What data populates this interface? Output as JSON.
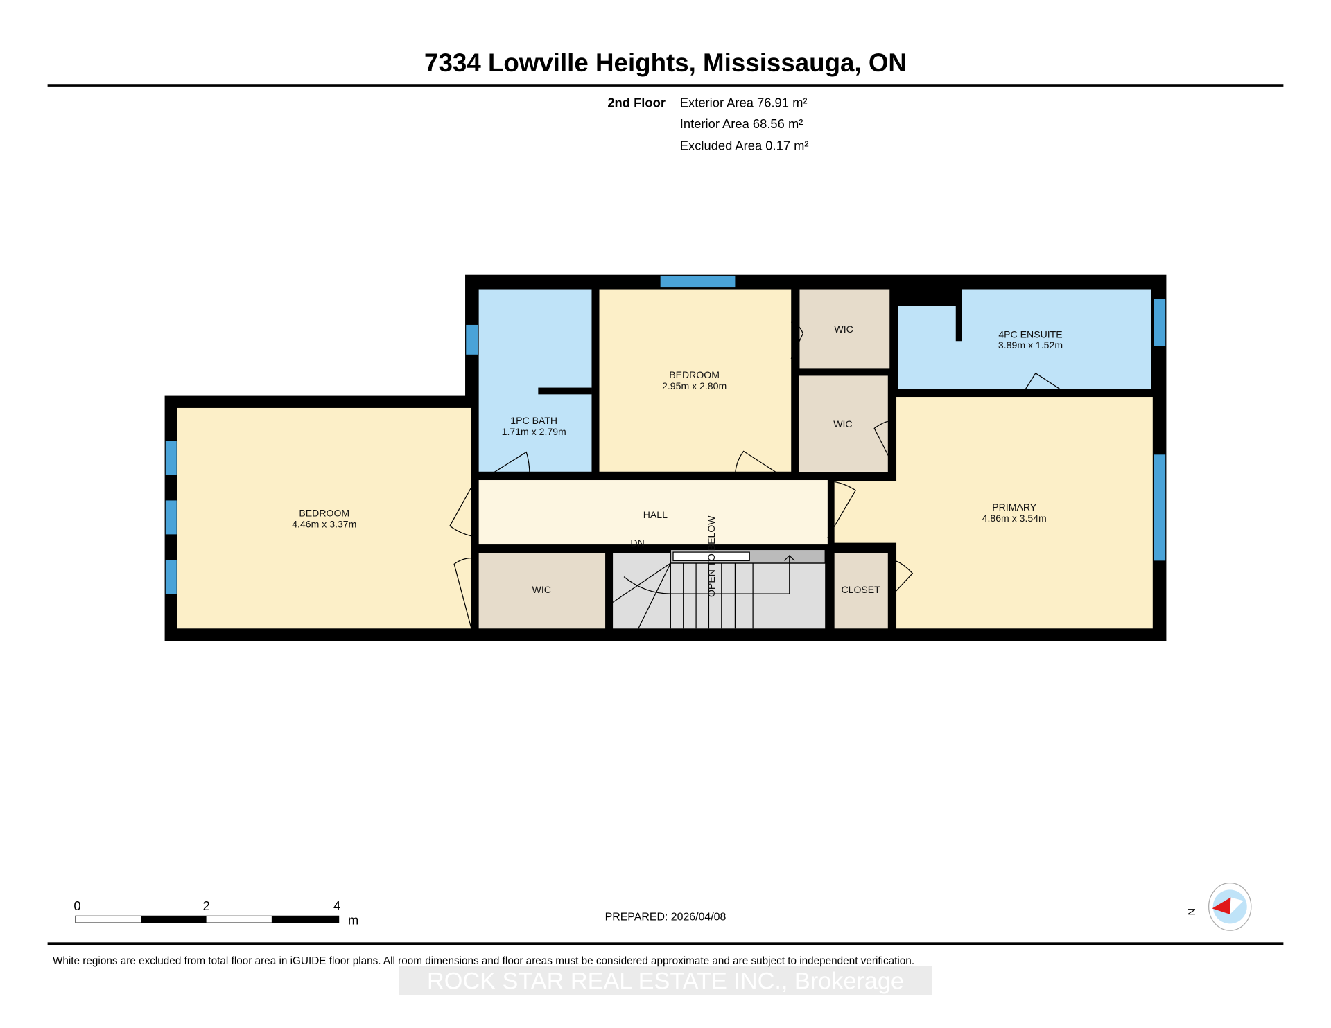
{
  "title": "7334 Lowville Heights, Mississauga, ON",
  "floor": {
    "name": "2nd Floor",
    "exterior_area": "Exterior Area 76.91 m²",
    "interior_area": "Interior Area 68.56 m²",
    "excluded_area": "Excluded Area 0.17 m²"
  },
  "rooms": {
    "bedroom_left": {
      "name": "BEDROOM",
      "dims": "4.46m x 3.37m"
    },
    "bath": {
      "name": "1PC BATH",
      "dims": "1.71m x 2.79m"
    },
    "bedroom_mid": {
      "name": "BEDROOM",
      "dims": "2.95m x 2.80m"
    },
    "wic_top": {
      "name": "WIC"
    },
    "wic_mid": {
      "name": "WIC"
    },
    "wic_bottom": {
      "name": "WIC"
    },
    "ensuite": {
      "name": "4PC ENSUITE",
      "dims": "3.89m x 1.52m"
    },
    "primary": {
      "name": "PRIMARY",
      "dims": "4.86m x 3.54m"
    },
    "hall": {
      "name": "HALL"
    },
    "closet": {
      "name": "CLOSET"
    },
    "stairs_dn": "DN",
    "open_to_below": "OPEN TO BELOW"
  },
  "colors": {
    "wall": "#000000",
    "bedroom": "#fcefc8",
    "bath": "#bfe3f8",
    "closet": "#e6dccb",
    "hall": "#fdf6e1",
    "stairs": "#dedede",
    "window": "#4aa3d8"
  },
  "scale_bar": {
    "labels": [
      "0",
      "2",
      "4"
    ],
    "unit": "m"
  },
  "prepared": "PREPARED: 2026/04/08",
  "compass": {
    "label": "N"
  },
  "disclaimer": "White regions are excluded from total floor area in iGUIDE floor plans. All room dimensions and floor areas must be considered approximate and are subject to independent verification.",
  "watermark": "ROCK STAR REAL ESTATE INC., Brokerage"
}
